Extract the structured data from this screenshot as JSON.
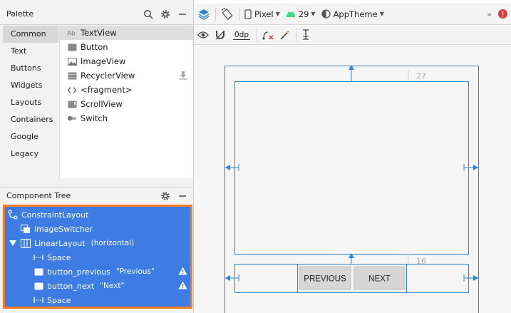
{
  "palette": {
    "title": "Palette",
    "categories": [
      "Common",
      "Text",
      "Buttons",
      "Widgets",
      "Layouts",
      "Containers",
      "Google",
      "Legacy"
    ],
    "components": [
      {
        "label": "TextView",
        "icon": "text-view-icon"
      },
      {
        "label": "Button",
        "icon": "button-icon"
      },
      {
        "label": "ImageView",
        "icon": "image-view-icon"
      },
      {
        "label": "RecyclerView",
        "icon": "recycler-view-icon"
      },
      {
        "label": "<fragment>",
        "icon": "fragment-icon"
      },
      {
        "label": "ScrollView",
        "icon": "scroll-view-icon"
      },
      {
        "label": "Switch",
        "icon": "switch-icon"
      }
    ]
  },
  "component_tree": {
    "title": "Component Tree",
    "items": [
      {
        "label": "ConstraintLayout",
        "sub": ""
      },
      {
        "label": "imageSwitcher",
        "sub": ""
      },
      {
        "label": "LinearLayout",
        "sub": "(horizontal)"
      },
      {
        "label": "Space",
        "sub": ""
      },
      {
        "label": "button_previous",
        "sub": "\"Previous\""
      },
      {
        "label": "button_next",
        "sub": "\"Next\""
      },
      {
        "label": "Space",
        "sub": ""
      }
    ]
  },
  "toolbar": {
    "device": "Pixel",
    "api": "29",
    "theme": "AppTheme",
    "overflow": "»",
    "margin": "0dp"
  },
  "canvas": {
    "margin_top_label": "27",
    "margin_bottom_label": "16",
    "button_previous": "PREVIOUS",
    "button_next": "NEXT"
  },
  "colors": {
    "tree_bg": "#3d7ce3",
    "tree_border": "#f47b20",
    "blueprint": "#2b86cf",
    "error": "#d93a3a",
    "android_green": "#3ddc84"
  }
}
